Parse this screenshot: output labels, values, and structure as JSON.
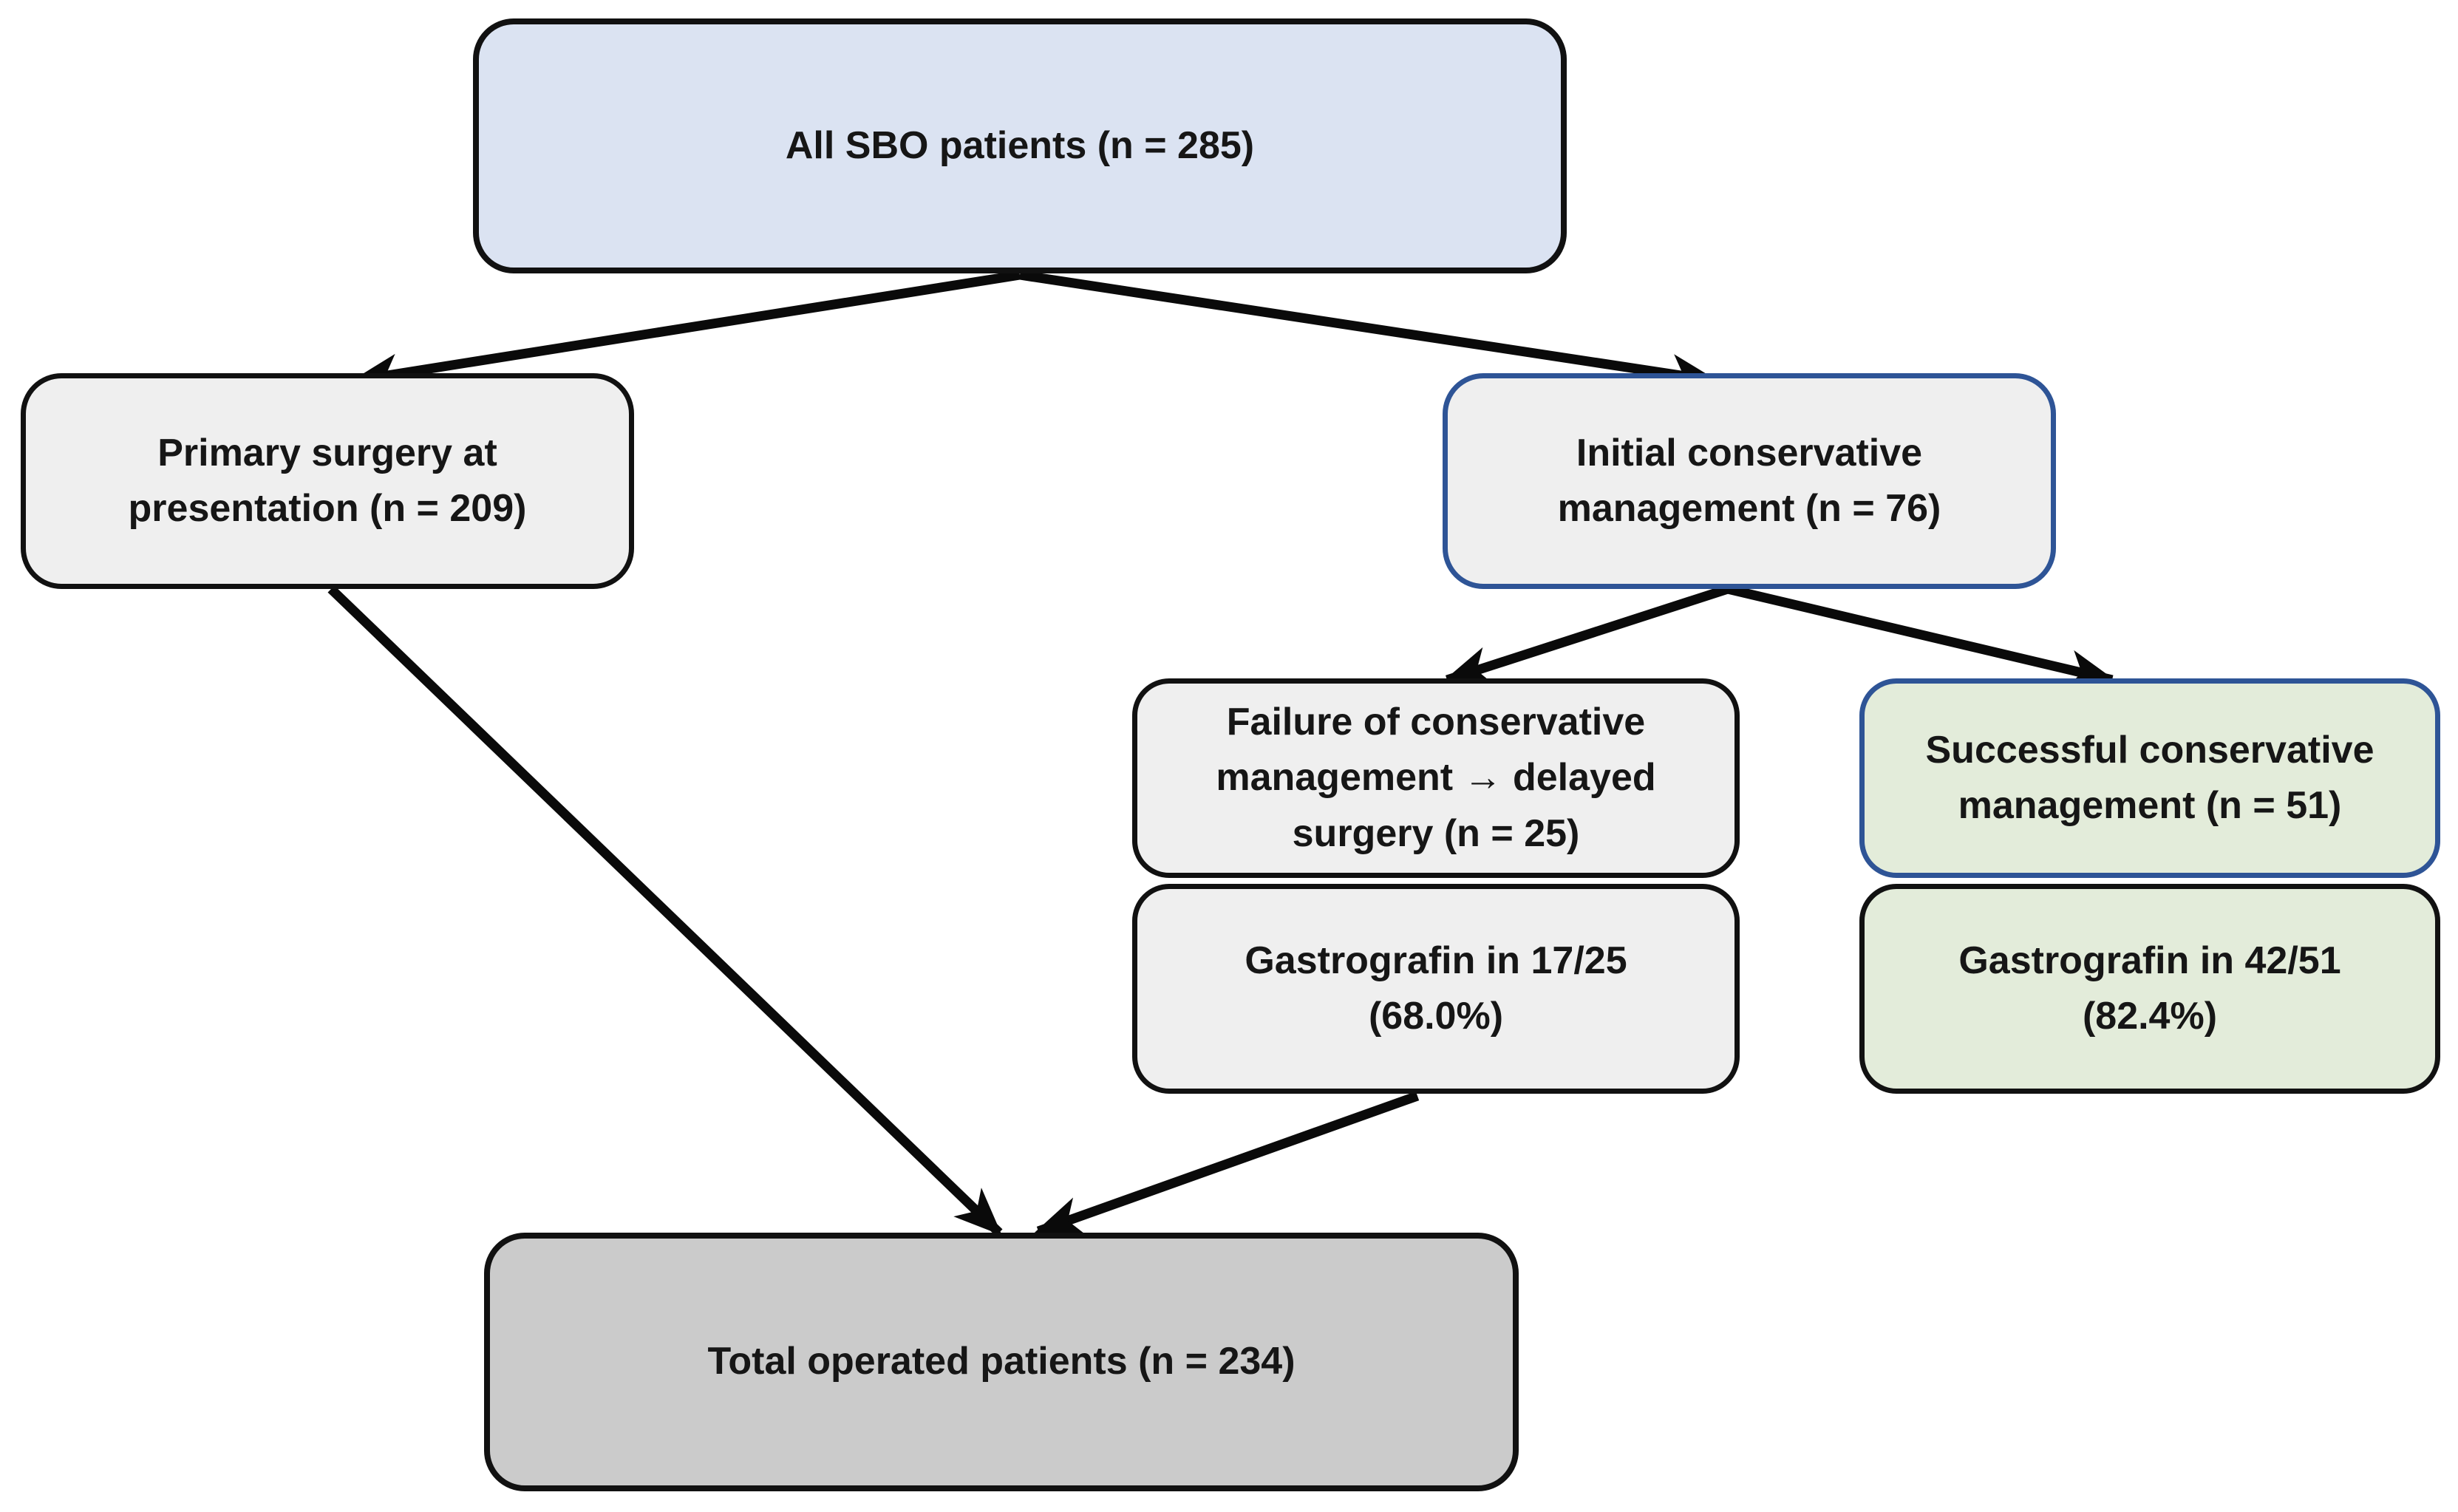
{
  "figure": {
    "kind": "patient-flow-diagram"
  },
  "nodes": {
    "all_sbo": {
      "lines": [
        "All SBO patients (n = 285)"
      ]
    },
    "primary_surgery": {
      "lines": [
        "Primary surgery at",
        "presentation (n = 209)"
      ]
    },
    "initial_conservative": {
      "lines": [
        "Initial conservative",
        "management (n = 76)"
      ]
    },
    "failure_conservative": {
      "lines": [
        "Failure of conservative",
        "management → delayed",
        "surgery (n = 25)"
      ]
    },
    "gastrografin_failure": {
      "lines": [
        "Gastrografin in 17/25",
        "(68.0%)"
      ]
    },
    "successful_conservative": {
      "lines": [
        "Successful conservative",
        "management (n = 51)"
      ]
    },
    "gastrografin_success": {
      "lines": [
        "Gastrografin in 42/51",
        "(82.4%)"
      ]
    },
    "total_operated": {
      "lines": [
        "Total operated patients (n = 234)"
      ]
    }
  },
  "edges": [
    {
      "from": "all_sbo",
      "to": "primary_surgery"
    },
    {
      "from": "all_sbo",
      "to": "initial_conservative"
    },
    {
      "from": "initial_conservative",
      "to": "failure_conservative"
    },
    {
      "from": "initial_conservative",
      "to": "successful_conservative"
    },
    {
      "from": "primary_surgery",
      "to": "total_operated"
    },
    {
      "from": "gastrografin_failure",
      "to": "total_operated"
    }
  ],
  "colors": {
    "canvas_bg": "#ffffff",
    "fill_blue": "#dbe3f2",
    "fill_gray_light": "#efefef",
    "fill_green": "#e3ecda",
    "fill_gray_dark": "#cbcbcb",
    "border_black": "#111111",
    "border_blue": "#2e5496",
    "arrow_black": "#0a0a0a",
    "text": "#161616"
  }
}
